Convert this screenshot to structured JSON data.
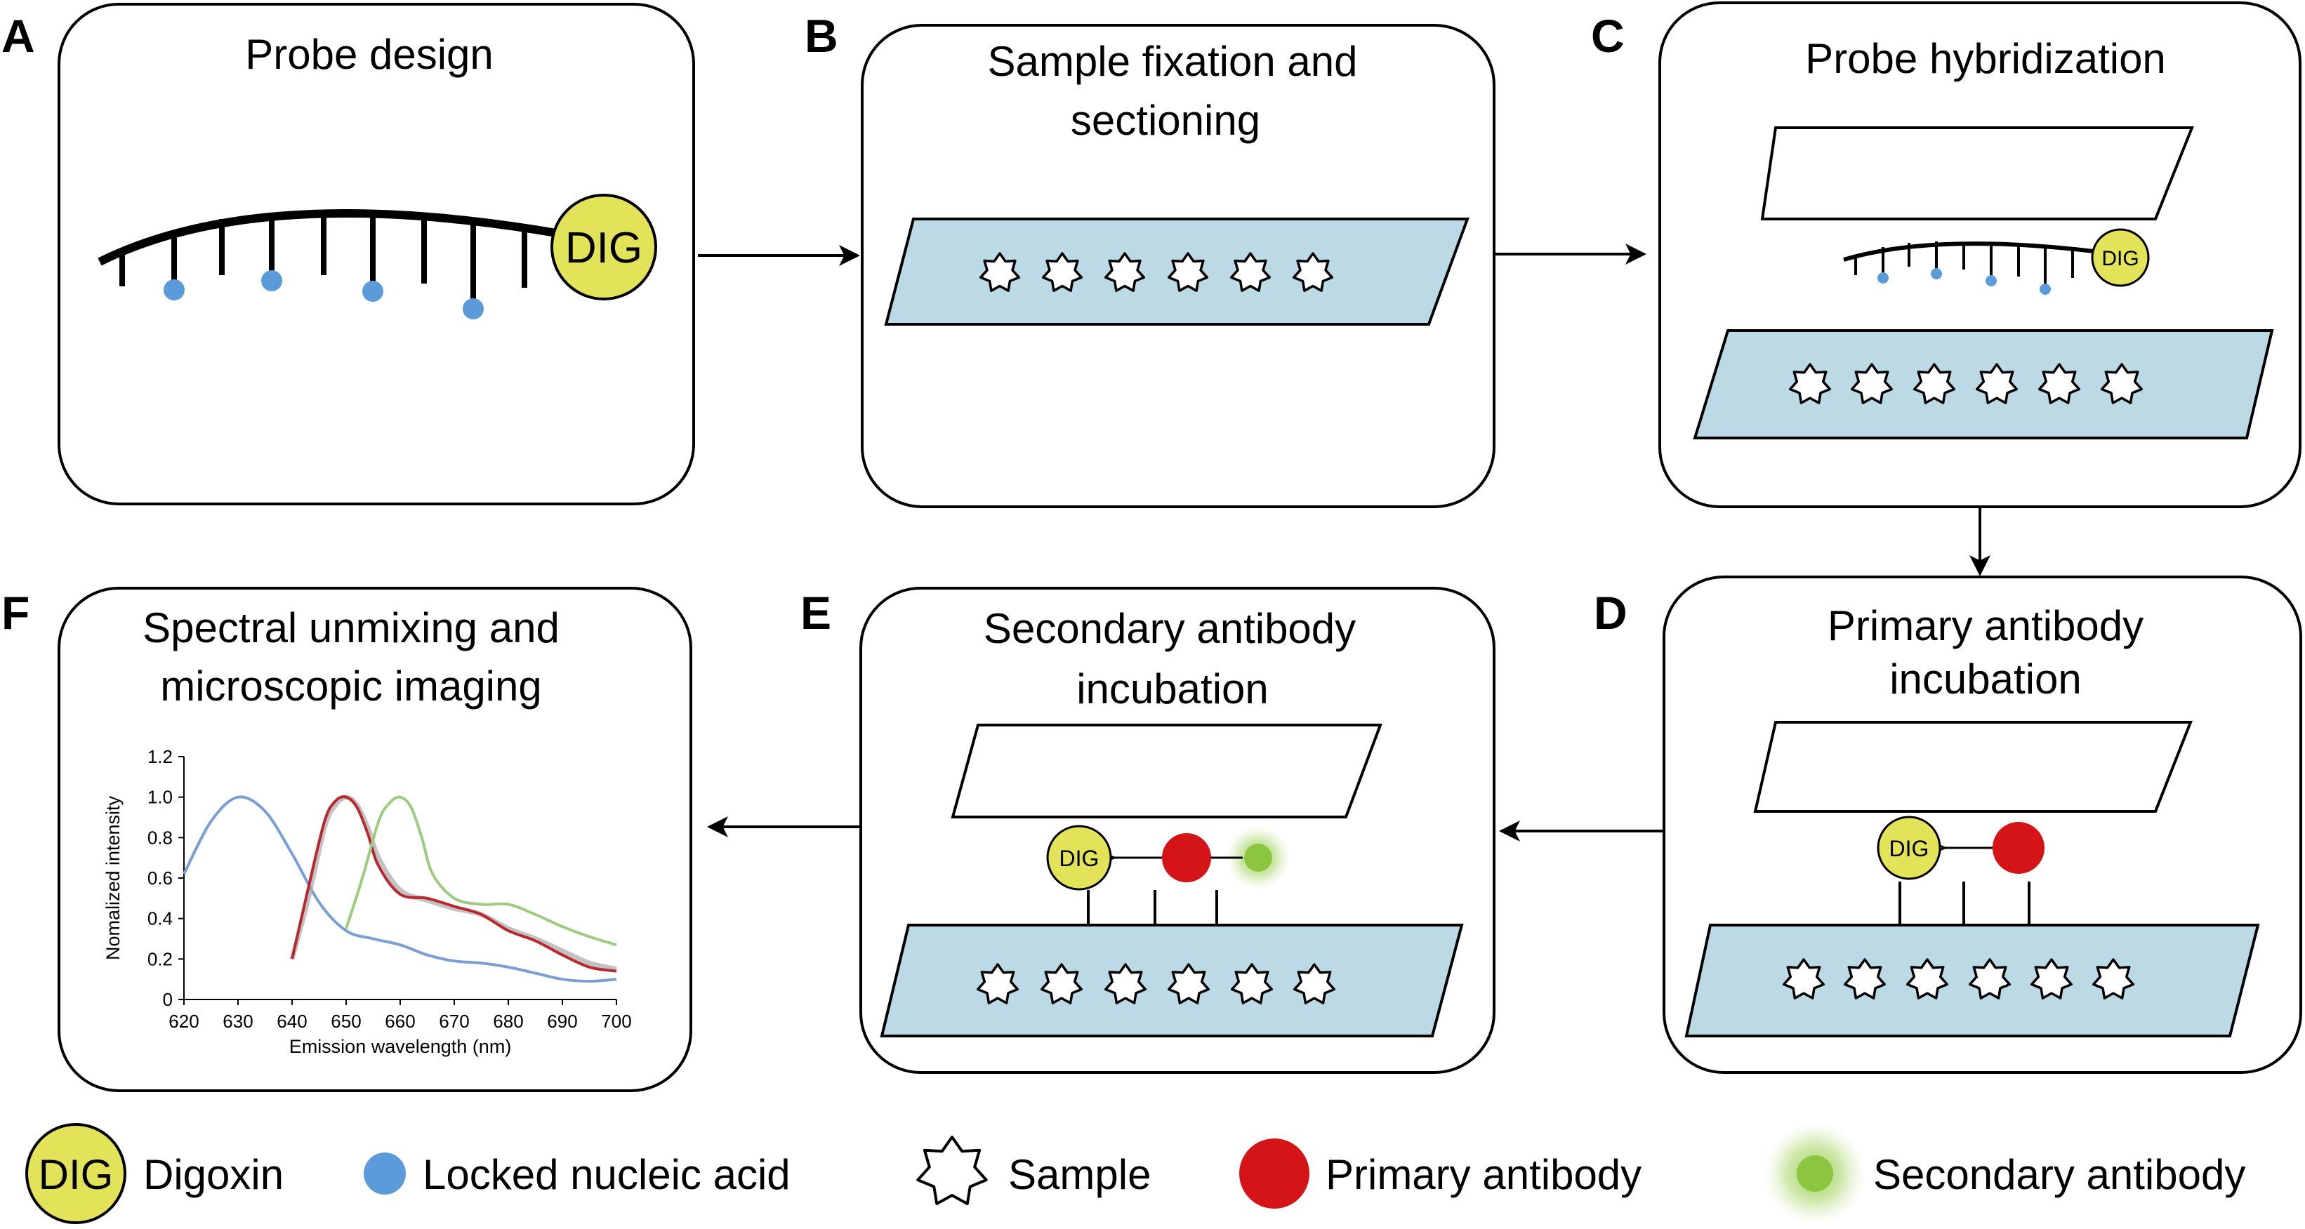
{
  "panels": [
    {
      "label": "A",
      "title_lines": [
        "Probe design"
      ]
    },
    {
      "label": "B",
      "title_lines": [
        "Sample fixation and",
        "sectioning"
      ]
    },
    {
      "label": "C",
      "title_lines": [
        "Probe hybridization"
      ]
    },
    {
      "label": "D",
      "title_lines": [
        "Primary antibody",
        "incubation"
      ]
    },
    {
      "label": "E",
      "title_lines": [
        "Secondary antibody",
        "incubation"
      ]
    },
    {
      "label": "F",
      "title_lines": [
        "Spectral unmixing and",
        "microscopic imaging"
      ]
    }
  ],
  "dig_text": "DIG",
  "colors": {
    "dig_fill": "#e3e35a",
    "lna_blue": "#5b9bd9",
    "slide_fill": "#bcd9e6",
    "primary_red": "#d41417",
    "secondary_green": "#8cc63f",
    "curve_blue": "#7a9fd6",
    "curve_red": "#b8282e",
    "curve_gray": "#a8a8a8",
    "curve_green": "#9ccc80"
  },
  "legend": [
    {
      "icon": "dig-icon",
      "label": "Digoxin"
    },
    {
      "icon": "lna-dot-icon",
      "label": "Locked nucleic acid"
    },
    {
      "icon": "sample-star-icon",
      "label": "Sample"
    },
    {
      "icon": "primary-antibody-icon",
      "label": "Primary antibody"
    },
    {
      "icon": "secondary-antibody-icon",
      "label": "Secondary antibody"
    }
  ],
  "chart_data": {
    "type": "line",
    "xlabel": "Emission wavelength (nm)",
    "ylabel": "Nomalized intensity",
    "xlim": [
      620,
      700
    ],
    "ylim": [
      0,
      1.2
    ],
    "xticks": [
      620,
      630,
      640,
      650,
      660,
      670,
      680,
      690,
      700
    ],
    "yticks": [
      "0",
      "0.2",
      "0.4",
      "0.6",
      "0.8",
      "1.0",
      "1.2"
    ],
    "series": [
      {
        "color": "#7a9fd6",
        "x": [
          620,
          625,
          630,
          635,
          640,
          645,
          650,
          655,
          660,
          665,
          670,
          675,
          680,
          685,
          690,
          695,
          700
        ],
        "y": [
          0.62,
          0.88,
          1.0,
          0.93,
          0.72,
          0.48,
          0.34,
          0.3,
          0.27,
          0.22,
          0.19,
          0.18,
          0.16,
          0.13,
          0.1,
          0.09,
          0.1
        ]
      },
      {
        "color": "#a8a8a8",
        "x": [
          640,
          643,
          646,
          648,
          650,
          652,
          654,
          656,
          660,
          665,
          670,
          675,
          680,
          685,
          690,
          695,
          700
        ],
        "y": [
          0.2,
          0.5,
          0.85,
          0.96,
          1.0,
          0.96,
          0.85,
          0.7,
          0.54,
          0.49,
          0.45,
          0.42,
          0.35,
          0.3,
          0.24,
          0.18,
          0.15
        ]
      },
      {
        "color": "#b8282e",
        "x": [
          640,
          643,
          646,
          648,
          650,
          652,
          654,
          656,
          660,
          665,
          670,
          675,
          680,
          685,
          690,
          695,
          700
        ],
        "y": [
          0.2,
          0.55,
          0.88,
          0.98,
          1.0,
          0.95,
          0.82,
          0.66,
          0.52,
          0.5,
          0.46,
          0.42,
          0.34,
          0.29,
          0.22,
          0.16,
          0.14
        ]
      },
      {
        "color": "#9ccc80",
        "x": [
          650,
          653,
          656,
          658,
          660,
          662,
          664,
          666,
          670,
          675,
          680,
          685,
          690,
          695,
          700
        ],
        "y": [
          0.35,
          0.6,
          0.88,
          0.97,
          1.0,
          0.95,
          0.8,
          0.62,
          0.5,
          0.47,
          0.47,
          0.42,
          0.36,
          0.31,
          0.27
        ]
      }
    ]
  }
}
